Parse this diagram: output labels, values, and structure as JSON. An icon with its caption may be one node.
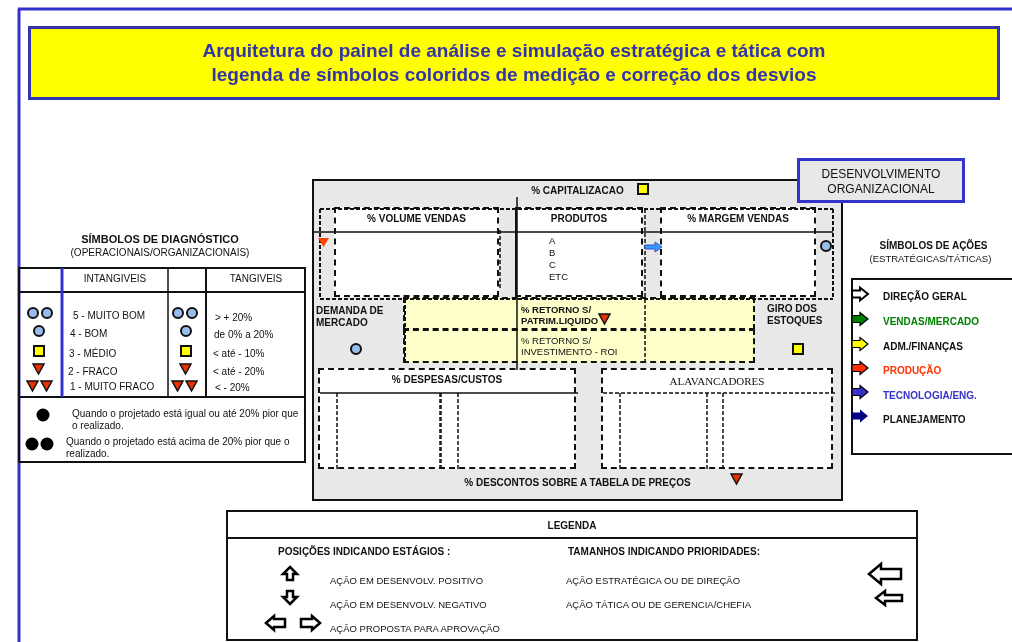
{
  "diagram": {
    "title": "Arquitetura do painel de análise e simulação estratégica e tática com legenda de símbolos coloridos de medição e correção dos desvios",
    "nodes": [
      {
        "text": [
          "DESENVOLVIMENTO ORGANIZACIONAL"
        ]
      },
      {
        "text": [
          "% CAPITALIZACAO",
          "% DESCONTOS SOBRE A TABELA DE PREÇOS"
        ]
      },
      {
        "text": [
          "% VOLUME VENDAS"
        ],
        "in": 1
      },
      {
        "text": [
          "PRODUTOS",
          "A",
          "B",
          "C",
          "ETC"
        ],
        "in": 1
      },
      {
        "text": [
          "% MARGEM VENDAS"
        ],
        "in": 1
      },
      {
        "text": [
          "DEMANDA DE MERCADO"
        ],
        "in": 1
      },
      {
        "text": [
          "% RETORNO S/ PATRIM.LIQUIDO"
        ],
        "in": 1
      },
      {
        "text": [
          "% RETORNO S/ INVESTIMENTO - ROI"
        ],
        "in": 1
      },
      {
        "text": [
          "GIRO DOS ESTOQUES"
        ],
        "in": 1
      },
      {
        "text": [
          "% DESPESAS/CUSTOS"
        ],
        "in": 1
      },
      {
        "text": [
          "ALAVANCADORES"
        ],
        "in": 1
      },
      {
        "text": [
          "SÍMBOLOS DE AÇÕES",
          "(ESTRATÉGICAS/TÁTICAS)"
        ]
      },
      {
        "text": [
          "LEGENDA",
          "POSIÇÕES INDICANDO ESTÁGIOS :",
          "TAMANHOS INDICANDO PRIORIDADES:"
        ]
      }
    ],
    "labels": [
      "SÍMBOLOS DE DIAGNÓSTICO",
      "(OPERACIONAIS/ORGANIZACIONAIS)",
      "INTANGIVEIS",
      "TANGIVEIS",
      "5 - MUITO BOM",
      "> + 20%",
      "4 - BOM",
      "de 0% a 20%",
      "3 - MÉDIO",
      "< até - 10%",
      "2 - FRACO",
      "< até - 20%",
      "1 - MUITO FRACO",
      "< - 20%",
      "Quando o projetado está igual ou até 20% pior que o realizado.",
      "Quando o projetado está acima de 20% pior que o realizado."
    ],
    "legend": [
      {
        "text": "DIREÇÃO GERAL"
      },
      {
        "text": "VENDAS/MERCADO",
        "color": "#008000"
      },
      {
        "text": "ADM./FINANÇAS",
        "color": "#ffff00"
      },
      {
        "text": "PRODUÇÃO",
        "color": "#ff3300"
      },
      {
        "text": "TECNOLOGIA/ENG.",
        "color": "#3333cc"
      },
      {
        "text": "PLANEJAMENTO",
        "color": "#000080"
      },
      {
        "text": "AÇÃO EM DESENVOLV. POSITIVO"
      },
      {
        "text": "AÇÃO EM DESENVOLV. NEGATIVO"
      },
      {
        "text": "AÇÃO PROPOSTA PARA APROVAÇÃO"
      },
      {
        "text": "AÇÃO ESTRATÉGICA OU DE DIREÇÃO"
      },
      {
        "text": "AÇÃO TÁTICA OU DE GERENCIA/CHEFIA"
      }
    ]
  }
}
